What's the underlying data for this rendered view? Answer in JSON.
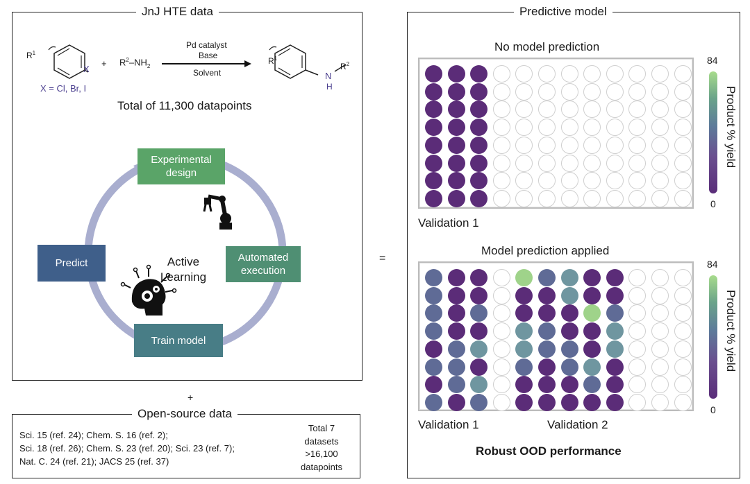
{
  "left_panel": {
    "title": "JnJ HTE data",
    "reaction": {
      "reactant1_sub": "R",
      "reactant1_sup": "1",
      "reactant1_x": "X",
      "plus": "+",
      "reactant2": "R",
      "reactant2_sup": "2",
      "reactant2_tail": "–NH",
      "reactant2_sub": "2",
      "cond_line1": "Pd catalyst",
      "cond_line2": "Base",
      "cond_line3": "Solvent",
      "product_r1": "R",
      "product_r1_sup": "1",
      "product_n": "N",
      "product_h": "H",
      "product_r2": "R",
      "product_r2_sup": "2",
      "halides": "X = Cl, Br, I"
    },
    "total": "Total of 11,300 datapoints",
    "cycle": {
      "center": "Active\nLearning",
      "steps": [
        "Experimental design",
        "Automated execution",
        "Train model",
        "Predict"
      ],
      "colors": [
        "#5aa468",
        "#4f8f73",
        "#487d86",
        "#3f5f8a"
      ]
    }
  },
  "plus_sign": "+",
  "equals_sign": "=",
  "open_source": {
    "title": "Open-source data",
    "refs": [
      "Sci. 15 (ref. 24); Chem. S. 16 (ref. 2);",
      "Sci. 18 (ref. 26); Chem. S. 23 (ref. 20); Sci. 23 (ref. 7);",
      "Nat. C. 24 (ref. 21); JACS 25 (ref. 37)"
    ],
    "total_lines": [
      "Total 7",
      "datasets",
      ">16,100",
      "datapoints"
    ]
  },
  "right_panel": {
    "title": "Predictive model",
    "plate1": {
      "title": "No model prediction",
      "label": "Validation 1",
      "cbar_max": "84",
      "cbar_min": "0",
      "cbar_label": "Product % yield"
    },
    "plate2": {
      "title": "Model prediction applied",
      "label1": "Validation 1",
      "label2": "Validation 2",
      "cbar_max": "84",
      "cbar_min": "0",
      "cbar_label": "Product % yield"
    },
    "footer": "Robust OOD performance"
  },
  "plate1_wells": [
    [
      "p",
      "p",
      "p",
      "e",
      "e",
      "e",
      "e",
      "e",
      "e",
      "e",
      "e",
      "e"
    ],
    [
      "p",
      "p",
      "p",
      "e",
      "e",
      "e",
      "e",
      "e",
      "e",
      "e",
      "e",
      "e"
    ],
    [
      "p",
      "p",
      "p",
      "e",
      "e",
      "e",
      "e",
      "e",
      "e",
      "e",
      "e",
      "e"
    ],
    [
      "p",
      "p",
      "p",
      "e",
      "e",
      "e",
      "e",
      "e",
      "e",
      "e",
      "e",
      "e"
    ],
    [
      "p",
      "p",
      "p",
      "e",
      "e",
      "e",
      "e",
      "e",
      "e",
      "e",
      "e",
      "e"
    ],
    [
      "p",
      "p",
      "p",
      "e",
      "e",
      "e",
      "e",
      "e",
      "e",
      "e",
      "e",
      "e"
    ],
    [
      "p",
      "p",
      "p",
      "e",
      "e",
      "e",
      "e",
      "e",
      "e",
      "e",
      "e",
      "e"
    ],
    [
      "p",
      "p",
      "p",
      "e",
      "e",
      "e",
      "e",
      "e",
      "e",
      "e",
      "e",
      "e"
    ]
  ],
  "plate2_wells": [
    [
      "b",
      "p",
      "p",
      "e",
      "g",
      "b",
      "t",
      "p",
      "p",
      "e",
      "e",
      "e"
    ],
    [
      "b",
      "p",
      "p",
      "e",
      "p",
      "p",
      "t",
      "p",
      "p",
      "e",
      "e",
      "e"
    ],
    [
      "b",
      "p",
      "b",
      "e",
      "p",
      "p",
      "p",
      "g",
      "b",
      "e",
      "e",
      "e"
    ],
    [
      "b",
      "p",
      "p",
      "e",
      "t",
      "b",
      "p",
      "p",
      "t",
      "e",
      "e",
      "e"
    ],
    [
      "p",
      "b",
      "t",
      "e",
      "t",
      "b",
      "b",
      "p",
      "t",
      "e",
      "e",
      "e"
    ],
    [
      "b",
      "b",
      "p",
      "e",
      "b",
      "p",
      "b",
      "t",
      "p",
      "e",
      "e",
      "e"
    ],
    [
      "p",
      "b",
      "t",
      "e",
      "p",
      "p",
      "p",
      "b",
      "p",
      "e",
      "e",
      "e"
    ],
    [
      "b",
      "p",
      "b",
      "e",
      "p",
      "p",
      "p",
      "p",
      "p",
      "e",
      "e",
      "e"
    ]
  ],
  "well_colors": {
    "p": "#5b2c78",
    "b": "#5f6b96",
    "t": "#6f96a0",
    "g": "#9fd38a"
  }
}
